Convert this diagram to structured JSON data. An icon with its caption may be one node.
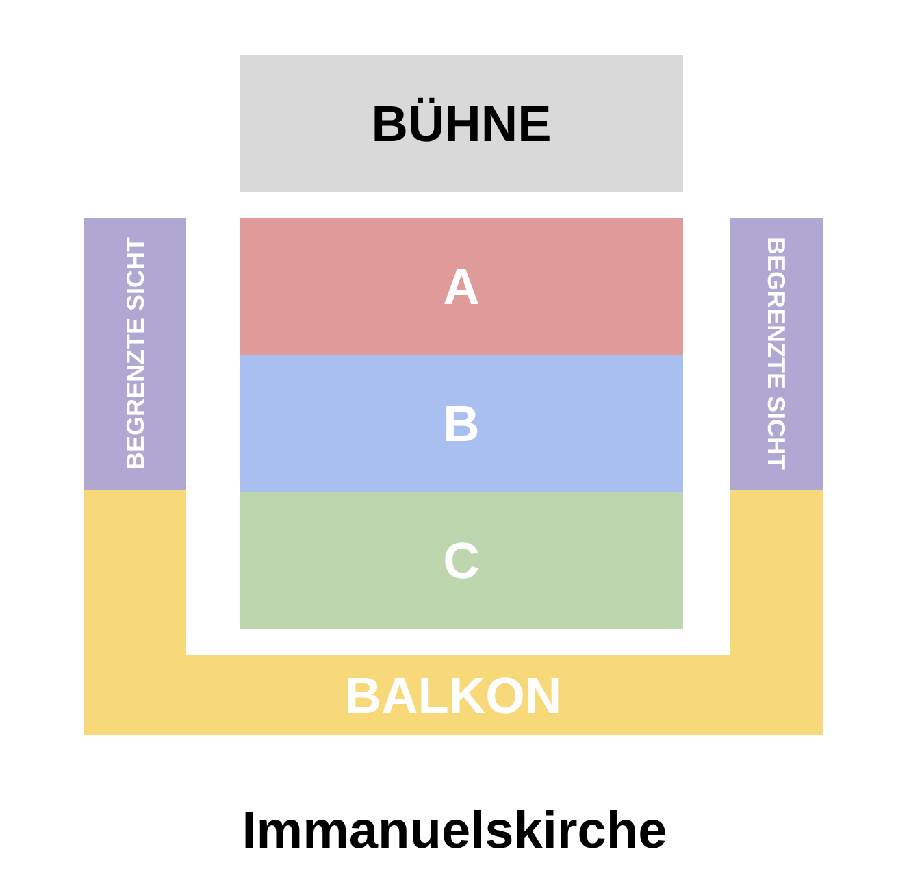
{
  "diagram": {
    "caption": "Immanuelskirche",
    "nodes": [
      {
        "text": [
          "BÜHNE"
        ]
      },
      {
        "text": [
          "BEGRENZTE SICHT"
        ]
      },
      {
        "text": [
          "A"
        ]
      },
      {
        "text": [
          "BEGRENZTE SICHT"
        ]
      },
      {
        "text": [
          "B"
        ]
      },
      {
        "text": [
          "C"
        ]
      },
      {
        "text": [
          "BALKON"
        ]
      }
    ]
  }
}
